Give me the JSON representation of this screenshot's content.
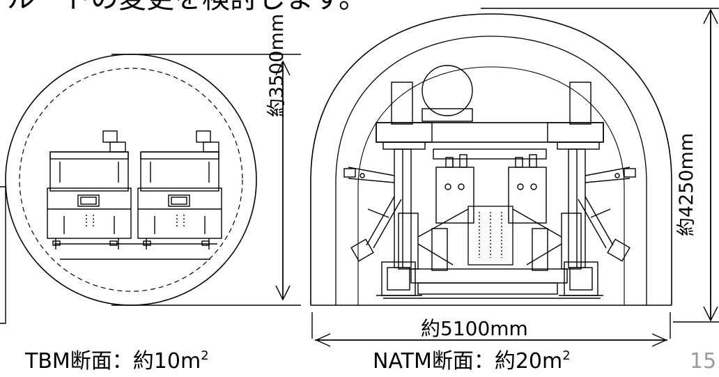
{
  "title": "ルートの変更を検討します。",
  "tbm": {
    "height_label": "約3500mm",
    "caption_prefix": "TBM断面：約10m",
    "caption_sup": "2"
  },
  "natm": {
    "height_label": "約4250mm",
    "width_label": "約5100mm",
    "caption_prefix": "NATM断面：約20m",
    "caption_sup": "2"
  },
  "page_number": "15"
}
